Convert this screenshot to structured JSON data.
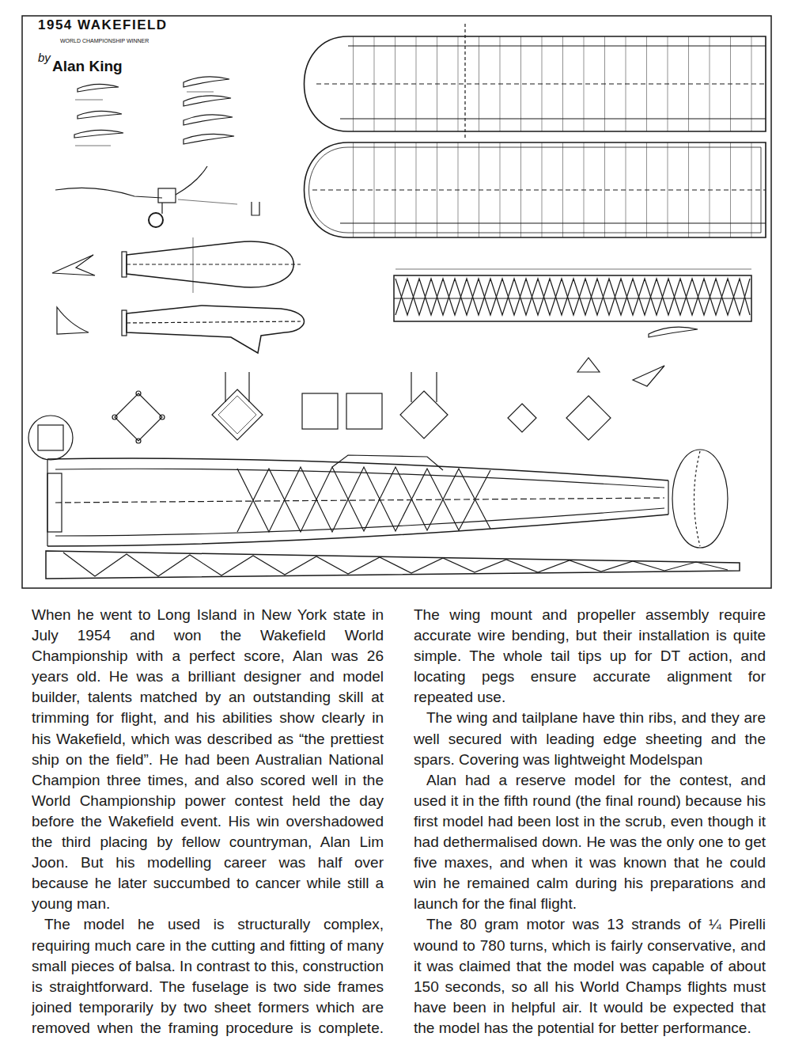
{
  "diagram": {
    "title": "1954 WAKEFIELD",
    "labels": [
      "WORLD CHAMPIONSHIP WINNER",
      "by",
      "Alan King",
      "When he went to Long Island in New York state in July 1954 and won the Wakefield World Championship with a perfect score, Alan was 26 years old. He was a brilliant designer and model builder, talents matched by an outstanding skill at trimming for flight, and his abilities show clearly in his Wakefield, which was described as “the prettiest ship on the field”. He had been Australian National Champion three times, and also scored well in the World Championship power contest held the day before the Wakefield event. His win overshadowed the third placing by fellow countryman, Alan Lim Joon. But his modelling career was half over because he later succumbed to cancer while still a young man.",
      "The model he used is structurally complex, requiring much care in the cutting and fitting of many small pieces of balsa. In contrast to this, construction is straightforward. The fuselage is two side frames joined temporarily by two sheet formers which are removed when the framing procedure is complete. The wing mount and propeller assembly require accurate wire bending, but their installation is quite simple. The whole tail tips up for DT action, and locating pegs ensure accurate alignment for repeated use.",
      "The wing and tailplane have thin ribs, and they are well secured with leading edge sheeting and the spars. Covering was lightweight Modelspan",
      "Alan had a reserve model for the contest, and used it in the fifth round (the final round) because his first model had been lost in the scrub, even though it had dethermalised down. He was the only one to get five maxes, and when it was known that he could win he remained calm during his preparations and launch for the final flight.",
      "The 80 gram motor was 13 strands of ¼ Pirelli wound to 780 turns, which is fairly conservative, and it was claimed that the model was capable of about 150 seconds, so all his World Champs flights must have been in helpful air. It would be expected that the model has the potential for better performance."
    ]
  }
}
